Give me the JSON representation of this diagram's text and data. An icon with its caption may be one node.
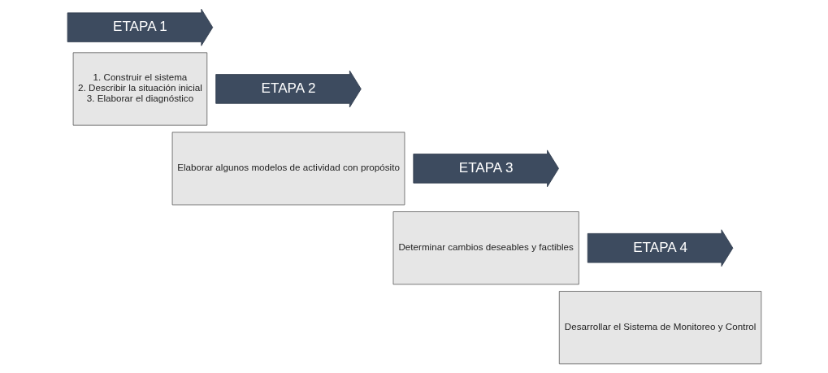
{
  "diagram": {
    "nodes": [
      {
        "text": [
          "ETAPA 1"
        ]
      },
      {
        "text": [
          "1. Construir el sistema",
          "2. Describir la situación inicial",
          "3. Elaborar el diagnóstico"
        ]
      },
      {
        "text": [
          "ETAPA 2"
        ]
      },
      {
        "text": [
          "Elaborar algunos modelos de actividad con propósito"
        ]
      },
      {
        "text": [
          "ETAPA 3"
        ]
      },
      {
        "text": [
          "Determinar cambios deseables y factibles"
        ]
      },
      {
        "text": [
          "ETAPA 4"
        ]
      },
      {
        "text": [
          "Desarrollar el Sistema de Monitoreo y Control"
        ]
      }
    ]
  }
}
